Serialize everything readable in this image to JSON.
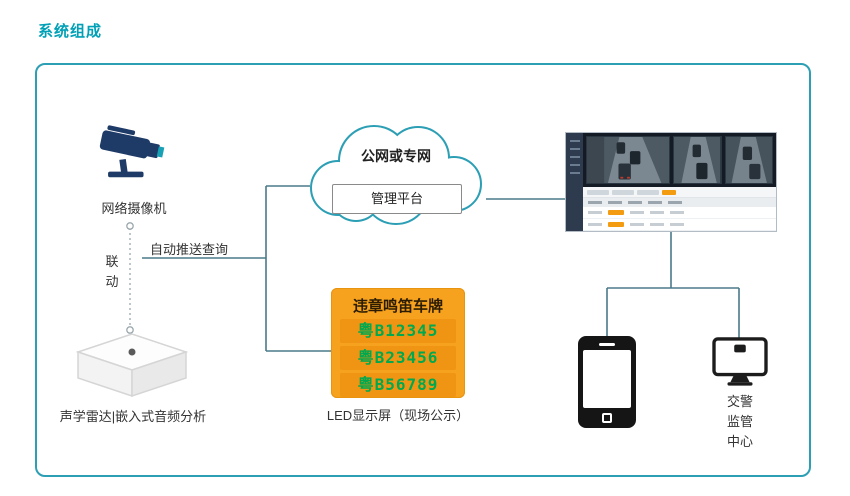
{
  "title": "系统组成",
  "camera": {
    "label": "网络摄像机"
  },
  "linkage_label": "联动",
  "push_label": "自动推送查询",
  "cloud": {
    "network_label": "公网或专网",
    "platform_label": "管理平台"
  },
  "led": {
    "title": "违章鸣笛车牌",
    "plates": [
      "粤B12345",
      "粤B23456",
      "粤B56789"
    ],
    "caption": "LED显示屏（现场公示）"
  },
  "acoustic_label": "声学雷达|嵌入式音频分析",
  "police_center": {
    "lines": [
      "交警",
      "监管",
      "中心"
    ]
  },
  "colors": {
    "accent_teal": "#2D9FB5",
    "title_teal": "#00A0B6",
    "led_orange": "#F6A21F",
    "plate_green": "#00A94F",
    "icon_navy": "#1E3A66",
    "connector": "#4A7A8A"
  }
}
